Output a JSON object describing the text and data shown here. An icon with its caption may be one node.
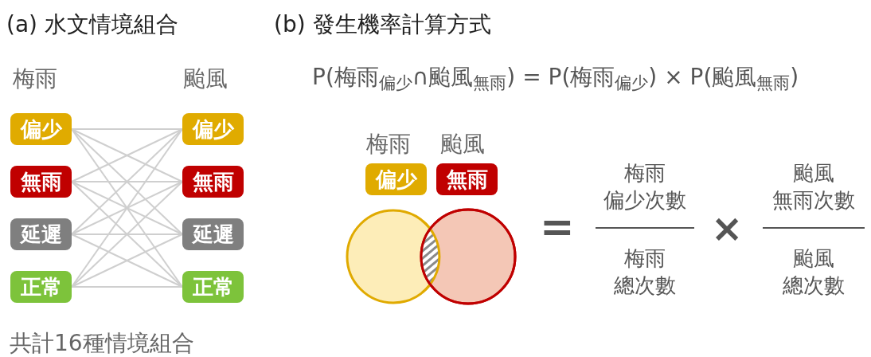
{
  "diagram": {
    "nodes": [
      {
        "text": [
          "偏少"
        ]
      },
      {
        "text": [
          "無雨"
        ]
      },
      {
        "text": [
          "延遲"
        ]
      },
      {
        "text": [
          "正常"
        ]
      },
      {
        "text": [
          "偏少"
        ]
      },
      {
        "text": [
          "無雨"
        ]
      },
      {
        "text": [
          "延遲"
        ]
      },
      {
        "text": [
          "正常"
        ]
      },
      {
        "text": [
          "偏少"
        ]
      },
      {
        "text": [
          "無雨"
        ]
      }
    ],
    "edges": [
      {
        "from": 0,
        "to": 4,
        "arrow": "none"
      },
      {
        "from": 0,
        "to": 5,
        "arrow": "none"
      },
      {
        "from": 0,
        "to": 6,
        "arrow": "none"
      },
      {
        "from": 0,
        "to": 7,
        "arrow": "none"
      },
      {
        "from": 1,
        "to": 4,
        "arrow": "none"
      },
      {
        "from": 1,
        "to": 5,
        "arrow": "none"
      },
      {
        "from": 1,
        "to": 6,
        "arrow": "none"
      },
      {
        "from": 1,
        "to": 7,
        "arrow": "none"
      },
      {
        "from": 2,
        "to": 4,
        "arrow": "none"
      },
      {
        "from": 2,
        "to": 5,
        "arrow": "none"
      },
      {
        "from": 2,
        "to": 6,
        "arrow": "none"
      },
      {
        "from": 2,
        "to": 7,
        "arrow": "none"
      },
      {
        "from": 3,
        "to": 4,
        "arrow": "none"
      },
      {
        "from": 3,
        "to": 5,
        "arrow": "none"
      },
      {
        "from": 3,
        "to": 6,
        "arrow": "none"
      },
      {
        "from": 3,
        "to": 7,
        "arrow": "none"
      }
    ],
    "labels": [
      "(a) 水文情境組合",
      "梅雨",
      "颱風",
      "共計16種情境組合",
      "(b) 發生機率計算方式",
      "P(梅雨$_{偏少}$∩颱風$_{無雨}$) = P(梅雨$_{偏少}$) × P(颱風$_{無雨}$)",
      "梅雨",
      "颱風",
      "=",
      "梅雨",
      "偏少次數",
      "梅雨",
      "總次數",
      "×",
      "颱風",
      "無雨次數",
      "颱風",
      "總次數"
    ]
  }
}
